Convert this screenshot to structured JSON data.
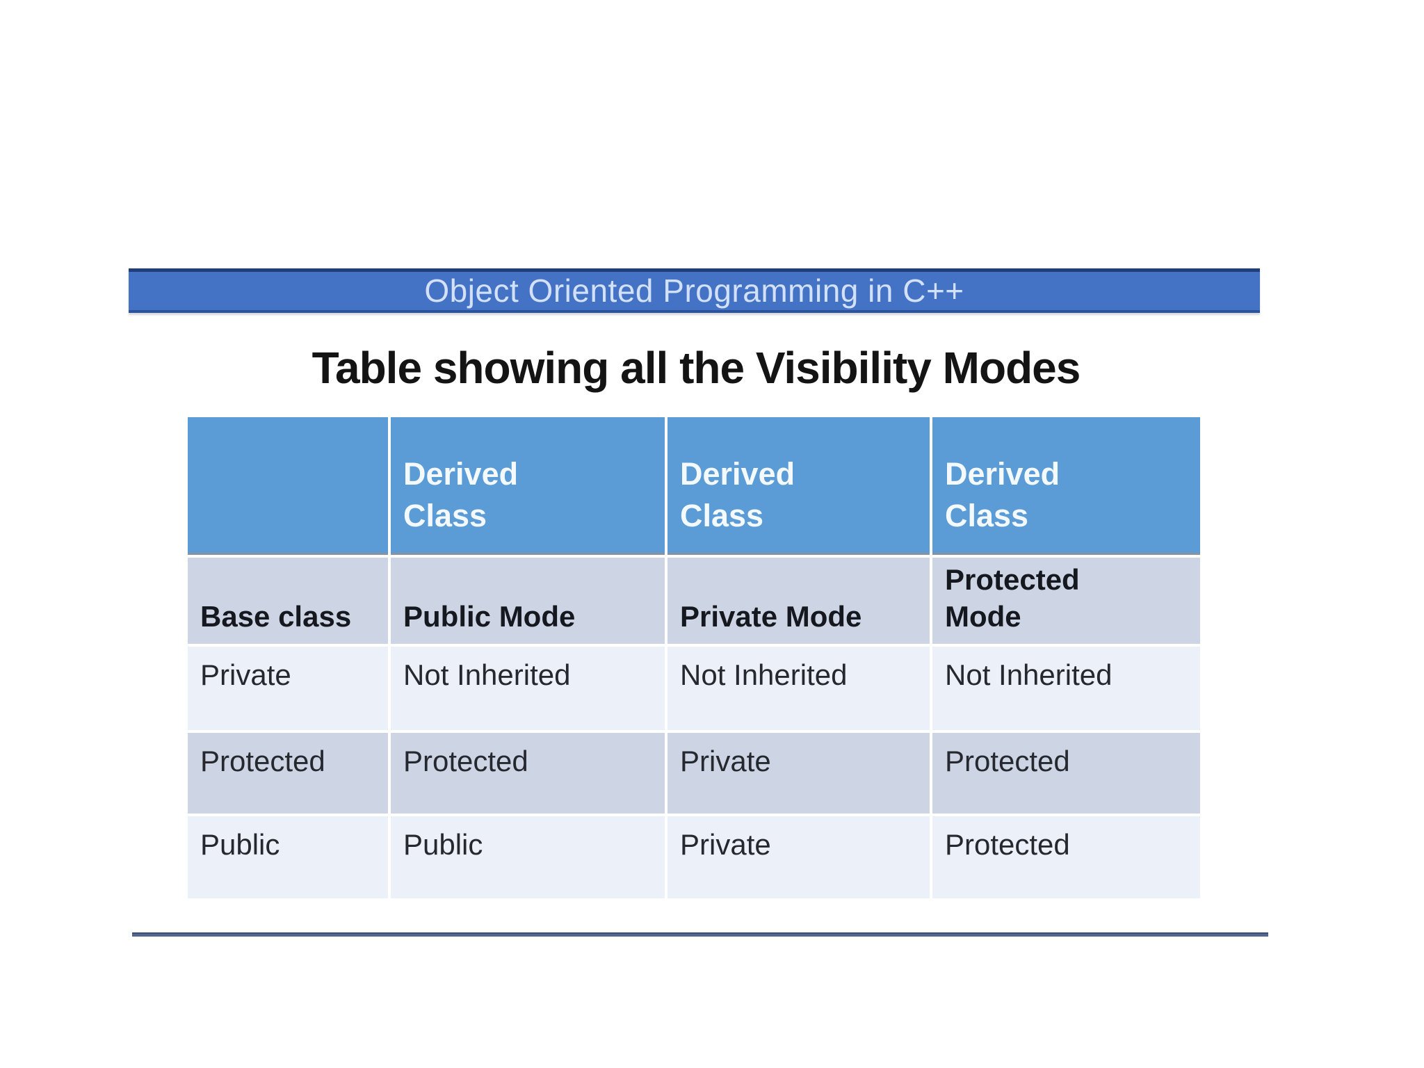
{
  "banner_title": "Object Oriented Programming in C++",
  "heading": "Table showing all the Visibility Modes",
  "table": {
    "corner": "",
    "col_headers": [
      "Derived\nClass",
      "Derived\nClass",
      "Derived\nClass"
    ],
    "mode_row": {
      "label": "Base class",
      "modes": [
        "Public Mode",
        "Private Mode",
        "Protected\nMode"
      ]
    },
    "data_rows": [
      {
        "label": "Private",
        "cells": [
          "Not Inherited",
          "Not Inherited",
          "Not Inherited"
        ]
      },
      {
        "label": "Protected",
        "cells": [
          "Protected",
          "Private",
          "Protected"
        ]
      },
      {
        "label": "Public",
        "cells": [
          "Public",
          "Private",
          "Protected"
        ]
      }
    ]
  },
  "colors": {
    "banner_bg": "#4472c4",
    "banner_text": "#d2e1f7",
    "table_header_bg": "#5b9cd6",
    "table_header_text": "#f4f9fe",
    "row_dark": "#cdd4e3",
    "row_light": "#ecf0f8",
    "body_text": "#25282f",
    "divider": "#53668f"
  }
}
